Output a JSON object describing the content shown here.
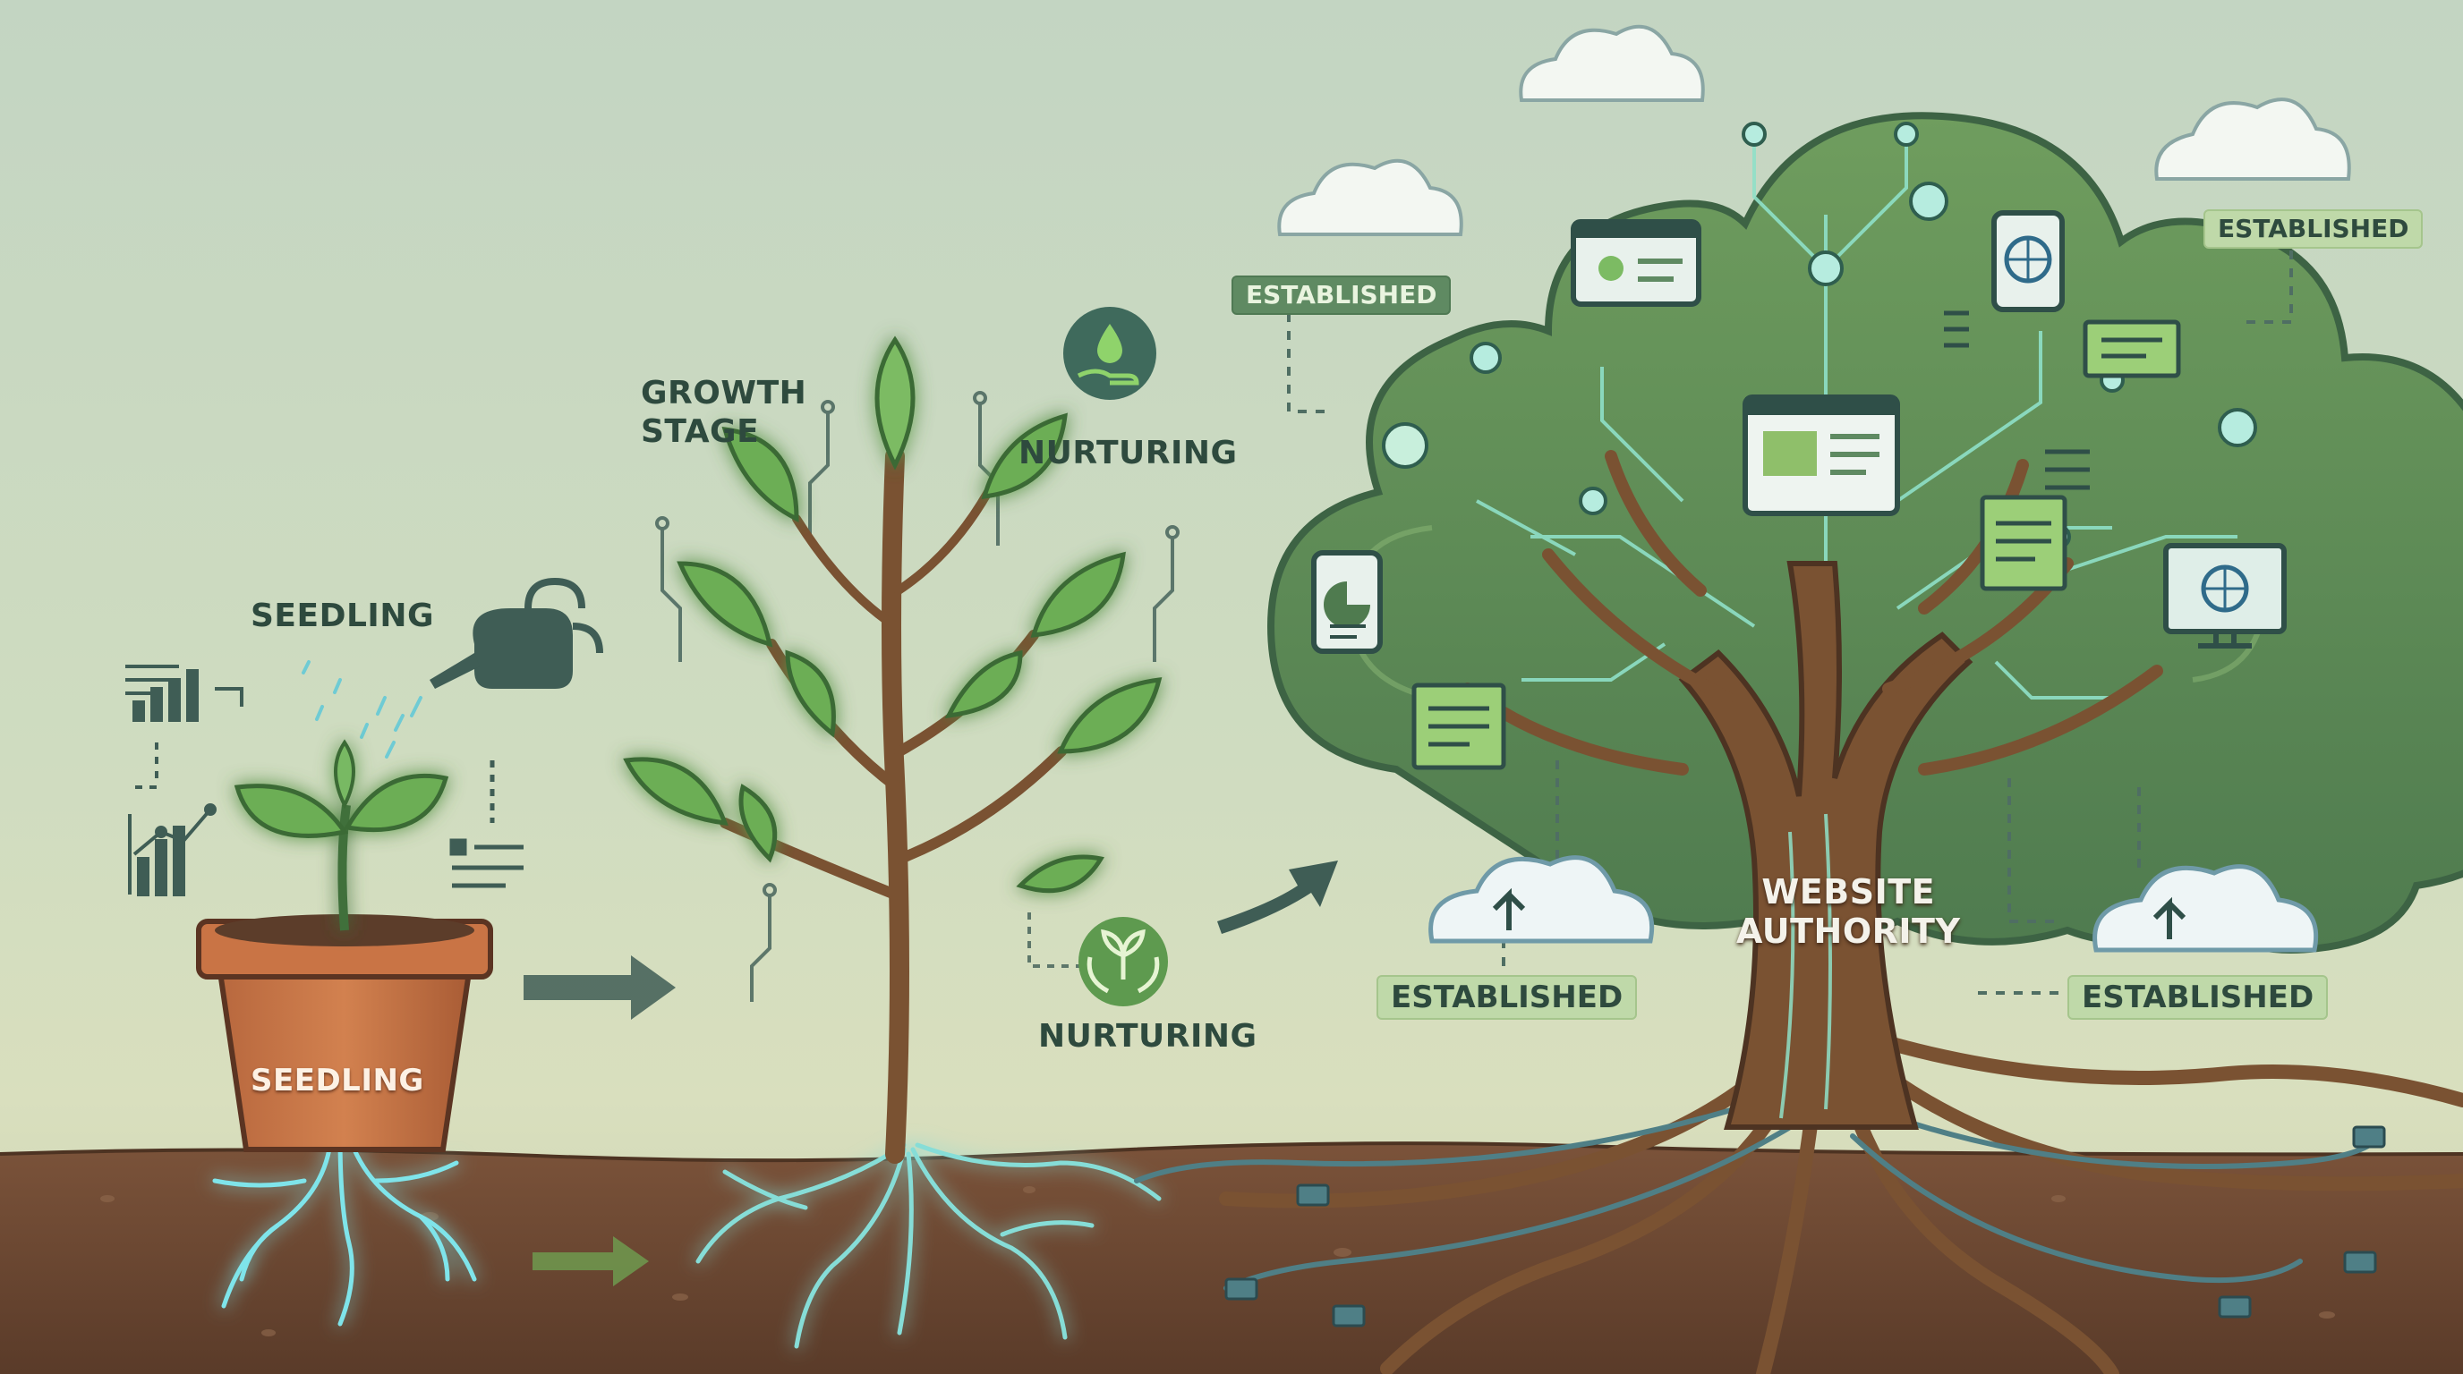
{
  "stages": {
    "seedling": {
      "title": "SEEDLING",
      "pot_label": "SEEDLING"
    },
    "growth": {
      "title_line1": "GROWTH",
      "title_line2": "STAGE",
      "nurturing_top": "NURTURING",
      "nurturing_bottom": "NURTURING"
    },
    "tree": {
      "trunk_line1": "WEBSITE",
      "trunk_line2": "AUTHORITY",
      "badge_top_left": "ESTABLISHED",
      "badge_top_right": "ESTABLISHED",
      "badge_bottom_left": "ESTABLISHED",
      "badge_bottom_right": "ESTABLISHED"
    }
  },
  "icons": [
    "bar-chart-icon",
    "line-chart-icon",
    "document-lines-icon",
    "watering-can-icon",
    "water-drop-hand-icon",
    "sprout-hands-icon",
    "cloud-upload-icon",
    "monitor-globe-icon",
    "tablet-globe-icon",
    "tablet-pie-chart-icon",
    "browser-window-icon",
    "network-node-icon",
    "cable-plug-icon",
    "arrow-right-icon",
    "cloud-icon"
  ],
  "colors": {
    "background": "#c8d8c0",
    "soil": "#6e4a33",
    "trunk": "#7a5232",
    "leaf": "#5f9a4a",
    "glow": "#7ee0d8",
    "canopy": "#5c8a56",
    "label_text": "#2e4a3e"
  }
}
